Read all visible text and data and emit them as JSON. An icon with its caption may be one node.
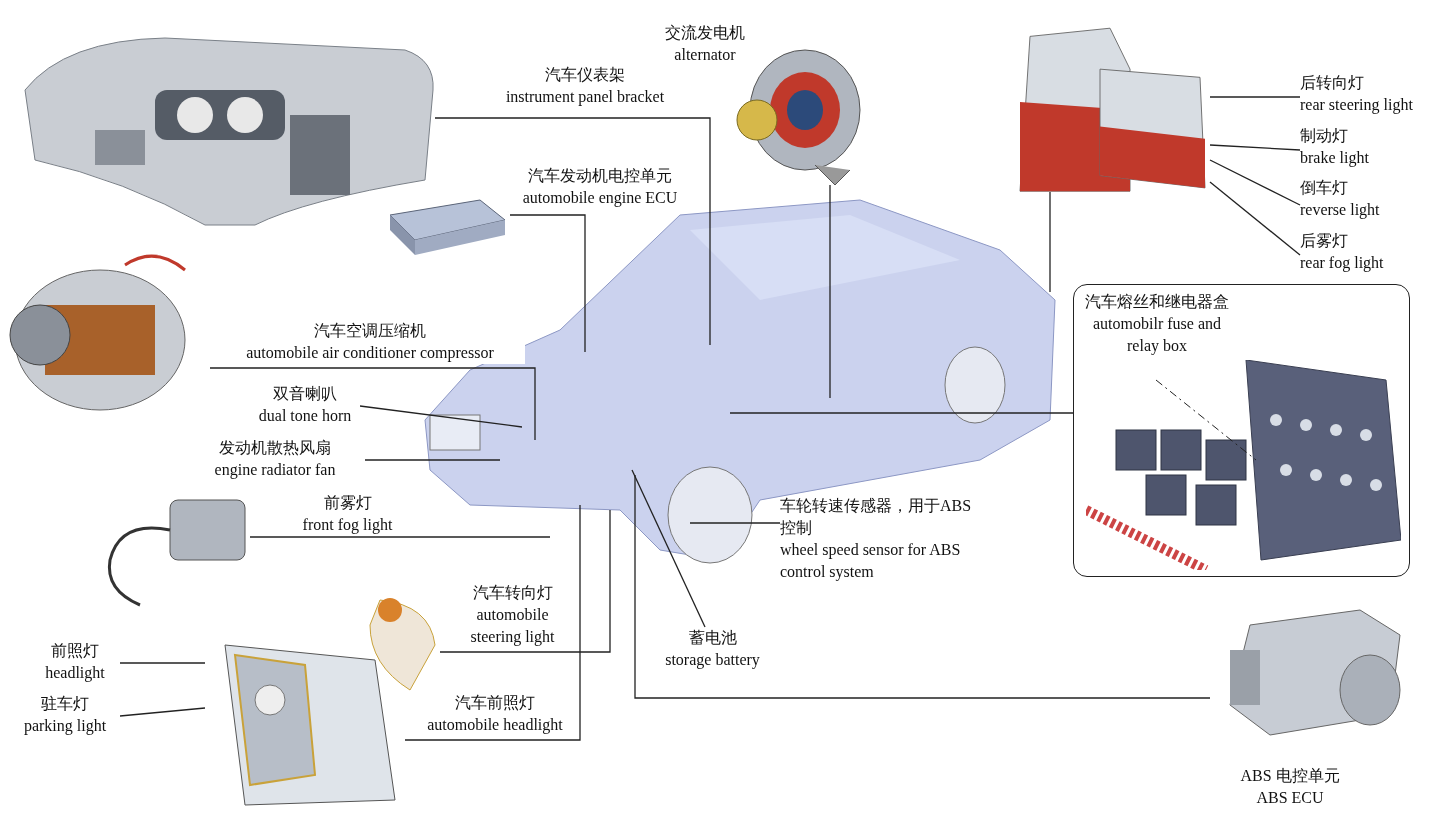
{
  "diagram": {
    "nodes": [
      {
        "text": [],
        "shape": "picture"
      },
      {
        "text": [],
        "shape": "picture",
        "beside": [
          "交流发电机",
          "alternator"
        ]
      },
      {
        "text": [],
        "shape": "picture",
        "beside": [
          "汽车发动机电控单元",
          "automobile engine ECU"
        ]
      },
      {
        "text": [],
        "shape": "picture"
      },
      {
        "text": [
          "双音喇叭",
          "dual tone horn"
        ]
      },
      {
        "text": [
          "发动机散热风扇",
          "engine radiator fan"
        ]
      },
      {
        "text": [],
        "shape": "picture"
      },
      {
        "text": [],
        "shape": "picture"
      },
      {
        "text": [],
        "shape": "picture"
      },
      {
        "text": [
          "前照灯",
          "headlight"
        ]
      },
      {
        "text": [
          "驻车灯",
          "parking light"
        ]
      },
      {
        "text": [
          "蓄电池",
          "storage battery"
        ]
      },
      {
        "text": [
          "车轮转速传感器，用于ABS控制",
          "wheel speed sensor for ABS control system"
        ]
      },
      {
        "text": [],
        "shape": "picture"
      },
      {
        "text": [
          "后转向灯",
          "rear steering light"
        ]
      },
      {
        "text": [
          "制动灯",
          "brake light"
        ]
      },
      {
        "text": [
          "倒车灯",
          "reverse light"
        ]
      },
      {
        "text": [
          "后雾灯",
          "rear fog light"
        ]
      },
      {
        "text": [
          "汽车熔丝和继电器盒",
          "automobilr fuse and relay box"
        ]
      },
      {
        "text": [],
        "shape": "picture",
        "in": 18
      },
      {
        "text": [],
        "shape": "picture",
        "beside": [
          "ABS 电控单元",
          "ABS ECU"
        ]
      }
    ],
    "edges": [
      {
        "from": 0,
        "to": null,
        "arrow": "none",
        "label": "汽车仪表架 instrument panel bracket"
      },
      {
        "from": 1,
        "to": null,
        "arrow": "none"
      },
      {
        "from": 2,
        "to": null,
        "arrow": "none"
      },
      {
        "from": 3,
        "to": null,
        "arrow": "none",
        "label": "汽车空调压缩机 automobile air conditioner compressor"
      },
      {
        "from": 4,
        "to": null,
        "arrow": "none"
      },
      {
        "from": 5,
        "to": null,
        "arrow": "none"
      },
      {
        "from": 6,
        "to": null,
        "arrow": "none",
        "label": "前雾灯 front fog light"
      },
      {
        "from": 7,
        "to": null,
        "arrow": "none",
        "label": "汽车转向灯 automobile steering light"
      },
      {
        "from": 9,
        "to": 8,
        "arrow": "none"
      },
      {
        "from": 10,
        "to": 8,
        "arrow": "none"
      },
      {
        "from": 8,
        "to": null,
        "arrow": "none",
        "label": "汽车前照灯 automobile headlight"
      },
      {
        "from": 11,
        "to": null,
        "arrow": "none"
      },
      {
        "from": 12,
        "to": null,
        "arrow": "none"
      },
      {
        "from": 14,
        "to": 13,
        "arrow": "none"
      },
      {
        "from": 15,
        "to": 13,
        "arrow": "none"
      },
      {
        "from": 16,
        "to": 13,
        "arrow": "none"
      },
      {
        "from": 17,
        "to": 13,
        "arrow": "none"
      },
      {
        "from": 13,
        "to": null,
        "arrow": "none"
      },
      {
        "from": null,
        "to": 18,
        "arrow": "none"
      },
      {
        "from": null,
        "to": 20,
        "arrow": "none"
      }
    ]
  }
}
